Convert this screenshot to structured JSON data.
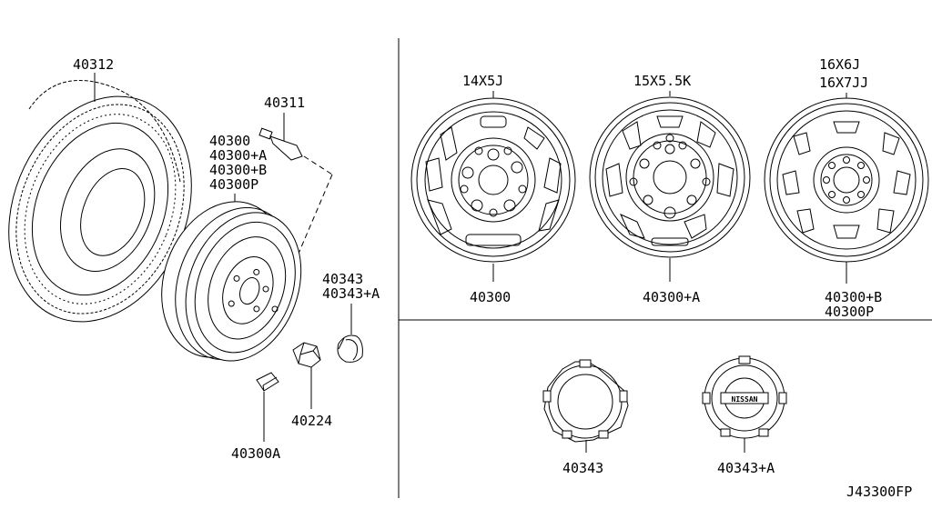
{
  "diagram_code": "J43300FP",
  "labels": {
    "tire": "40312",
    "valve": "40311",
    "wheel_group": [
      "40300",
      "40300+A",
      "40300+B",
      "40300P"
    ],
    "cap_group": [
      "40343",
      "40343+A"
    ],
    "nut": "40224",
    "weight": "40300A"
  },
  "wheel_variants": [
    {
      "size": [
        "14X5J"
      ],
      "part": [
        "40300"
      ]
    },
    {
      "size": [
        "15X5.5K"
      ],
      "part": [
        "40300+A"
      ]
    },
    {
      "size": [
        "16X6J",
        "16X7JJ"
      ],
      "part": [
        "40300+B",
        "40300P"
      ]
    }
  ],
  "caps": [
    {
      "part": "40343"
    },
    {
      "part": "40343+A",
      "logo": "NISSAN"
    }
  ]
}
